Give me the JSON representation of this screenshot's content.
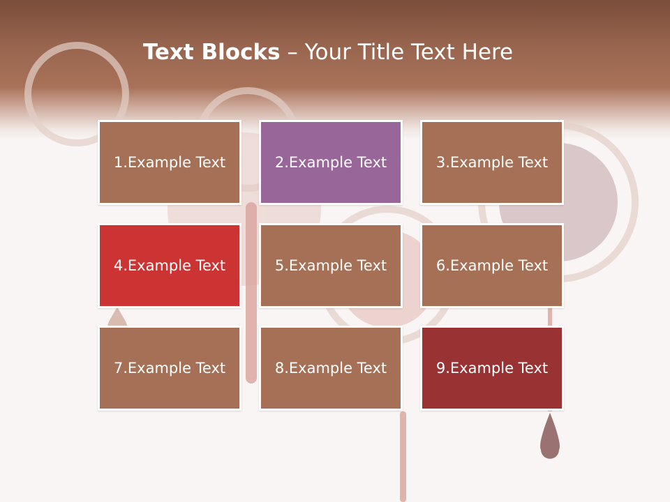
{
  "title": {
    "bold": "Text Blocks",
    "dash": " – ",
    "rest": "Your Title Text Here"
  },
  "blocks": [
    {
      "label": "1.Example Text",
      "color": "#a57055"
    },
    {
      "label": "2.Example Text",
      "color": "#986699"
    },
    {
      "label": "3.Example Text",
      "color": "#a57055"
    },
    {
      "label": "4.Example Text",
      "color": "#cc3333"
    },
    {
      "label": "5.Example Text",
      "color": "#a57055"
    },
    {
      "label": "6.Example Text",
      "color": "#a57055"
    },
    {
      "label": "7.Example Text",
      "color": "#a57055"
    },
    {
      "label": "8.Example Text",
      "color": "#a57055"
    },
    {
      "label": "9.Example Text",
      "color": "#993333"
    }
  ]
}
